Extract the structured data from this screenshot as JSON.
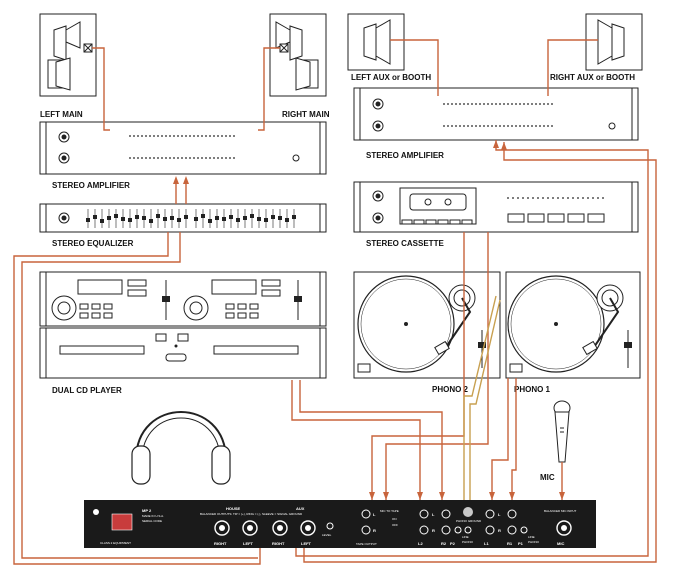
{
  "labels": {
    "left_main": "LEFT MAIN",
    "right_main": "RIGHT MAIN",
    "left_aux": "LEFT AUX or BOOTH",
    "right_aux": "RIGHT AUX or BOOTH",
    "stereo_amp_left": "STEREO AMPLIFIER",
    "stereo_amp_right": "STEREO AMPLIFIER",
    "stereo_equalizer": "STEREO EQUALIZER",
    "stereo_cassette": "STEREO CASSETTE",
    "dual_cd_player": "DUAL CD PLAYER",
    "phono2": "PHONO 2",
    "phono1": "PHONO 1",
    "mic": "MIC"
  },
  "mixer": {
    "model": "MP 2",
    "made_in": "MADE IN U.S.A.",
    "serial": "SERIAL CODE",
    "class": "CLASS 2 EQUIPMENT",
    "house": "HOUSE",
    "aux": "AUX",
    "balanced_outputs": "BALANCED OUTPUTS: TIP = (+), RING = (-), SLEEVE = SIGNAL GROUND",
    "house_right": "RIGHT",
    "house_left": "LEFT",
    "aux_right": "RIGHT",
    "aux_left": "LEFT",
    "level": "LEVEL",
    "tape_output": "TAPE OUTPUT",
    "mic_to_tape": "MIC TO TAPE",
    "on": "ON",
    "off": "OFF",
    "l": "L",
    "r": "R",
    "l2": "L2",
    "r2": "R2",
    "l1": "L1",
    "r1": "R1",
    "phono_ground": "PHONO GROUND",
    "line": "LINE",
    "phono": "PHONO",
    "p2": "P2",
    "p1": "P1",
    "balanced_mic_input": "BALANCED MIC INPUT",
    "mic": "MIC"
  },
  "colors": {
    "cable": "#c8643c",
    "cable_gold": "#c8a050",
    "outline": "#222222",
    "mixer_body": "#1a1a1a"
  }
}
